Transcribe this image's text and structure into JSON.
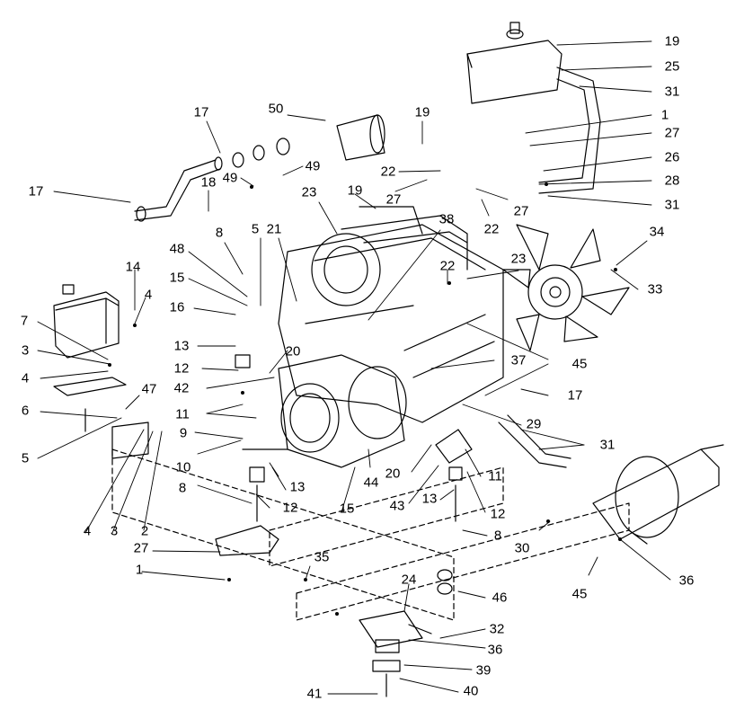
{
  "diagram": {
    "callouts": [
      {
        "id": "c1",
        "text": "19"
      },
      {
        "id": "c2",
        "text": "25"
      },
      {
        "id": "c3",
        "text": "31"
      },
      {
        "id": "c4",
        "text": "1"
      },
      {
        "id": "c5",
        "text": "27"
      },
      {
        "id": "c6",
        "text": "26"
      },
      {
        "id": "c7",
        "text": "28"
      },
      {
        "id": "c8",
        "text": "31"
      },
      {
        "id": "c9",
        "text": "17"
      },
      {
        "id": "c10",
        "text": "50"
      },
      {
        "id": "c11",
        "text": "19"
      },
      {
        "id": "c12",
        "text": "49"
      },
      {
        "id": "c13",
        "text": "49"
      },
      {
        "id": "c14",
        "text": "18"
      },
      {
        "id": "c15",
        "text": "17"
      },
      {
        "id": "c16",
        "text": "22"
      },
      {
        "id": "c17",
        "text": "27"
      },
      {
        "id": "c18",
        "text": "27"
      },
      {
        "id": "c19",
        "text": "19"
      },
      {
        "id": "c20",
        "text": "22"
      },
      {
        "id": "c21",
        "text": "23"
      },
      {
        "id": "c22",
        "text": "8"
      },
      {
        "id": "c23",
        "text": "5"
      },
      {
        "id": "c24",
        "text": "21"
      },
      {
        "id": "c25",
        "text": "38"
      },
      {
        "id": "c26",
        "text": "34"
      },
      {
        "id": "c27",
        "text": "48"
      },
      {
        "id": "c28",
        "text": "23"
      },
      {
        "id": "c29",
        "text": "14"
      },
      {
        "id": "c30",
        "text": "22"
      },
      {
        "id": "c31",
        "text": "33"
      },
      {
        "id": "c32",
        "text": "15"
      },
      {
        "id": "c33",
        "text": "4"
      },
      {
        "id": "c34",
        "text": "16"
      },
      {
        "id": "c35",
        "text": "7"
      },
      {
        "id": "c36",
        "text": "13"
      },
      {
        "id": "c37",
        "text": "20"
      },
      {
        "id": "c38",
        "text": "45"
      },
      {
        "id": "c39",
        "text": "3"
      },
      {
        "id": "c40",
        "text": "37"
      },
      {
        "id": "c41",
        "text": "12"
      },
      {
        "id": "c42",
        "text": "4"
      },
      {
        "id": "c43",
        "text": "42"
      },
      {
        "id": "c44",
        "text": "47"
      },
      {
        "id": "c45",
        "text": "17"
      },
      {
        "id": "c46",
        "text": "6"
      },
      {
        "id": "c47",
        "text": "11"
      },
      {
        "id": "c48",
        "text": "29"
      },
      {
        "id": "c49",
        "text": "9"
      },
      {
        "id": "c50",
        "text": "31"
      },
      {
        "id": "c51",
        "text": "5"
      },
      {
        "id": "c52",
        "text": "10"
      },
      {
        "id": "c53",
        "text": "20"
      },
      {
        "id": "c54",
        "text": "11"
      },
      {
        "id": "c55",
        "text": "13"
      },
      {
        "id": "c56",
        "text": "44"
      },
      {
        "id": "c57",
        "text": "8"
      },
      {
        "id": "c58",
        "text": "12"
      },
      {
        "id": "c59",
        "text": "43"
      },
      {
        "id": "c60",
        "text": "13"
      },
      {
        "id": "c61",
        "text": "12"
      },
      {
        "id": "c62",
        "text": "15"
      },
      {
        "id": "c63",
        "text": "4"
      },
      {
        "id": "c64",
        "text": "3"
      },
      {
        "id": "c65",
        "text": "2"
      },
      {
        "id": "c66",
        "text": "8"
      },
      {
        "id": "c67",
        "text": "27"
      },
      {
        "id": "c68",
        "text": "30"
      },
      {
        "id": "c69",
        "text": "36"
      },
      {
        "id": "c70",
        "text": "35"
      },
      {
        "id": "c71",
        "text": "1"
      },
      {
        "id": "c72",
        "text": "24"
      },
      {
        "id": "c73",
        "text": "46"
      },
      {
        "id": "c74",
        "text": "45"
      },
      {
        "id": "c75",
        "text": "32"
      },
      {
        "id": "c76",
        "text": "36"
      },
      {
        "id": "c77",
        "text": "39"
      },
      {
        "id": "c78",
        "text": "41"
      },
      {
        "id": "c79",
        "text": "40"
      }
    ]
  }
}
